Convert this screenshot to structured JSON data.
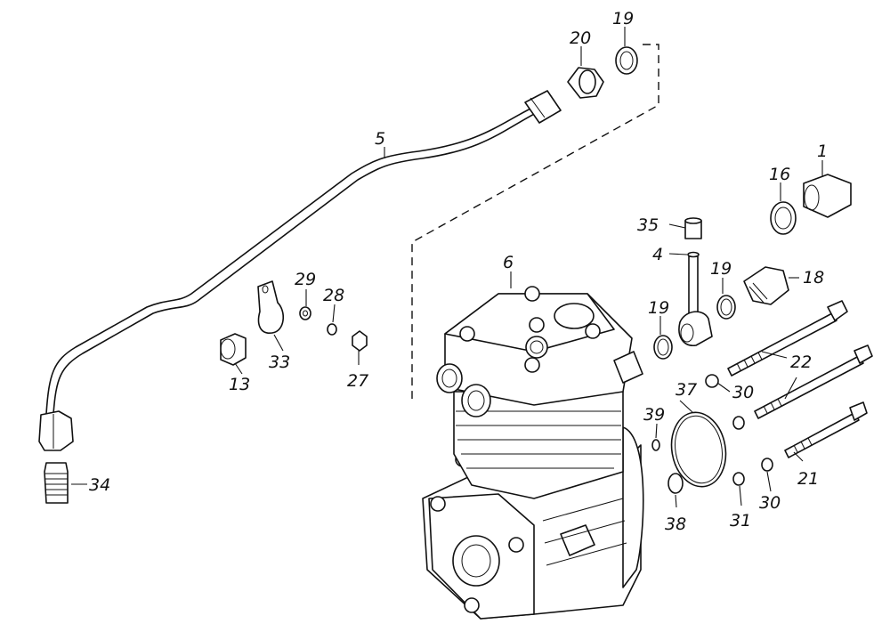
{
  "callouts": {
    "c1": "1",
    "c4": "4",
    "c5": "5",
    "c6": "6",
    "c13": "13",
    "c16": "16",
    "c18": "18",
    "c19a": "19",
    "c19b": "19",
    "c19c": "19",
    "c20": "20",
    "c21": "21",
    "c22": "22",
    "c27": "27",
    "c28": "28",
    "c29": "29",
    "c30a": "30",
    "c30b": "30",
    "c31": "31",
    "c33": "33",
    "c34": "34",
    "c35": "35",
    "c37": "37",
    "c38": "38",
    "c39": "39"
  }
}
